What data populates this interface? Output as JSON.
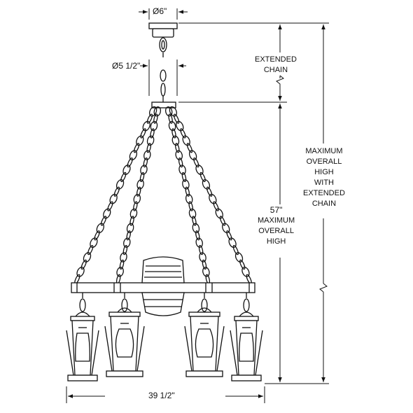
{
  "dimensions": {
    "canopy_diameter": "Ø6\"",
    "loop_diameter": "Ø5 1/2\"",
    "width": "39 1/2\"",
    "height": "57\""
  },
  "labels": {
    "extended_chain": [
      "EXTENDED",
      "CHAIN"
    ],
    "max_overall_high": [
      "MAXIMUM",
      "OVERALL",
      "HIGH"
    ],
    "max_high_extended": [
      "MAXIMUM",
      "OVERALL",
      "HIGH",
      "WITH",
      "EXTENDED",
      "CHAIN"
    ]
  },
  "colors": {
    "line": "#111111",
    "background": "#ffffff"
  }
}
